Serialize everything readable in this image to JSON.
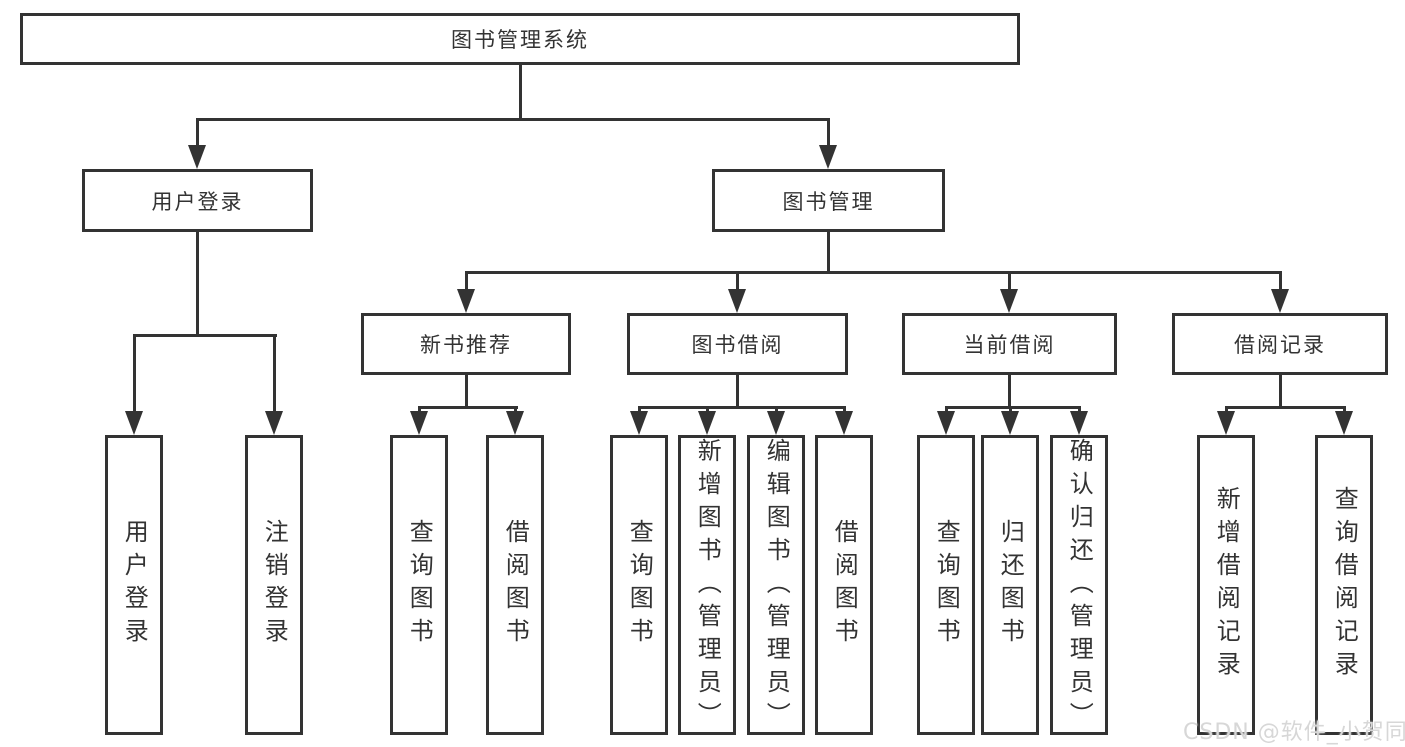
{
  "diagram_type": "hierarchy-tree",
  "colors": {
    "line": "#333333",
    "box_border": "#333333",
    "box_fill": "#ffffff",
    "text": "#333333",
    "watermark": "#d7d7d7",
    "background": "#ffffff"
  },
  "tree": {
    "root": {
      "label": "图书管理系统"
    },
    "children": [
      {
        "label": "用户登录",
        "children": [
          {
            "label": "用户登录"
          },
          {
            "label": "注销登录"
          }
        ]
      },
      {
        "label": "图书管理",
        "children": [
          {
            "label": "新书推荐",
            "children": [
              {
                "label": "查询图书"
              },
              {
                "label": "借阅图书"
              }
            ]
          },
          {
            "label": "图书借阅",
            "children": [
              {
                "label": "查询图书"
              },
              {
                "label": "新增图书（管理员）"
              },
              {
                "label": "编辑图书（管理员）"
              },
              {
                "label": "借阅图书"
              }
            ]
          },
          {
            "label": "当前借阅",
            "children": [
              {
                "label": "查询图书"
              },
              {
                "label": "归还图书"
              },
              {
                "label": "确认归还（管理员）"
              }
            ]
          },
          {
            "label": "借阅记录",
            "children": [
              {
                "label": "新增借阅记录"
              },
              {
                "label": "查询借阅记录"
              }
            ]
          }
        ]
      }
    ]
  },
  "watermark": {
    "text": "CSDN @软件_小贺同学"
  }
}
